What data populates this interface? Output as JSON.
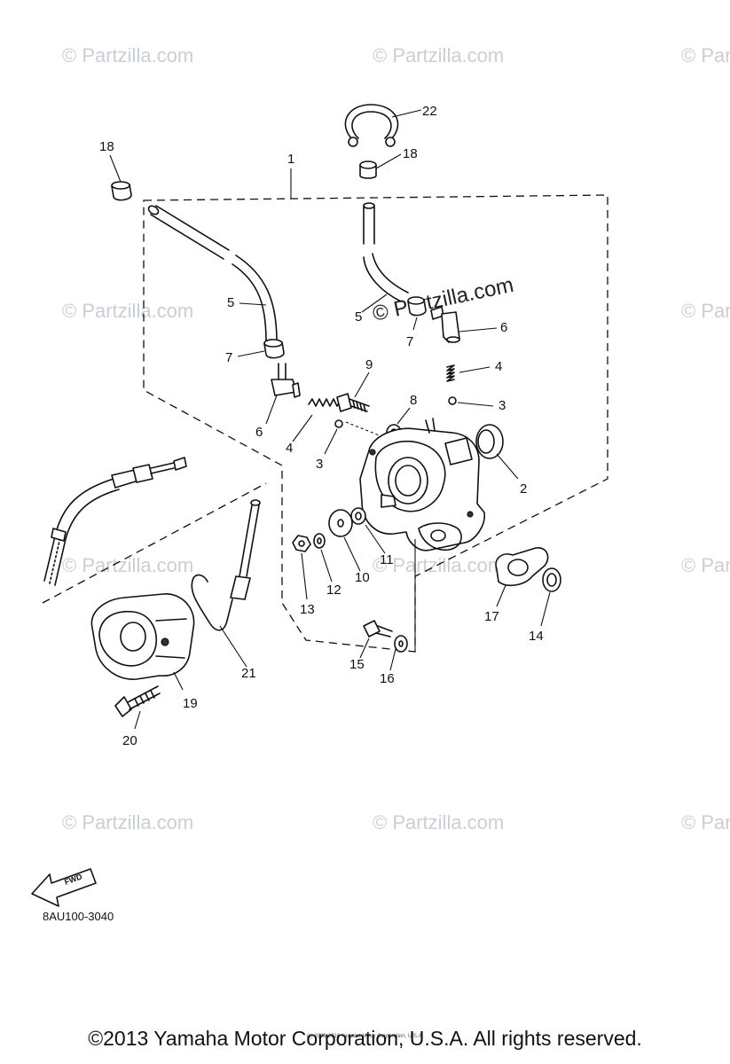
{
  "watermark": {
    "text": "© Partzilla.com"
  },
  "callouts": [
    {
      "id": "c1",
      "text": "1"
    },
    {
      "id": "c2",
      "text": "2"
    },
    {
      "id": "c3a",
      "text": "3"
    },
    {
      "id": "c3b",
      "text": "3"
    },
    {
      "id": "c4a",
      "text": "4"
    },
    {
      "id": "c4b",
      "text": "4"
    },
    {
      "id": "c5a",
      "text": "5"
    },
    {
      "id": "c5b",
      "text": "5"
    },
    {
      "id": "c6a",
      "text": "6"
    },
    {
      "id": "c6b",
      "text": "6"
    },
    {
      "id": "c7a",
      "text": "7"
    },
    {
      "id": "c7b",
      "text": "7"
    },
    {
      "id": "c8",
      "text": "8"
    },
    {
      "id": "c9",
      "text": "9"
    },
    {
      "id": "c10",
      "text": "10"
    },
    {
      "id": "c11",
      "text": "11"
    },
    {
      "id": "c12",
      "text": "12"
    },
    {
      "id": "c13",
      "text": "13"
    },
    {
      "id": "c14",
      "text": "14"
    },
    {
      "id": "c15",
      "text": "15"
    },
    {
      "id": "c16",
      "text": "16"
    },
    {
      "id": "c17",
      "text": "17"
    },
    {
      "id": "c18a",
      "text": "18"
    },
    {
      "id": "c18b",
      "text": "18"
    },
    {
      "id": "c19",
      "text": "19"
    },
    {
      "id": "c20",
      "text": "20"
    },
    {
      "id": "c21",
      "text": "21"
    },
    {
      "id": "c22",
      "text": "22"
    }
  ],
  "fwd_label": "FWD",
  "diagram_code": "8AU100-3040",
  "small_print": "(c) 2005-2016 Yamaha Motor Corporation, U.S.A.",
  "copyright": "©2013 Yamaha Motor Corporation, U.S.A. All rights reserved."
}
